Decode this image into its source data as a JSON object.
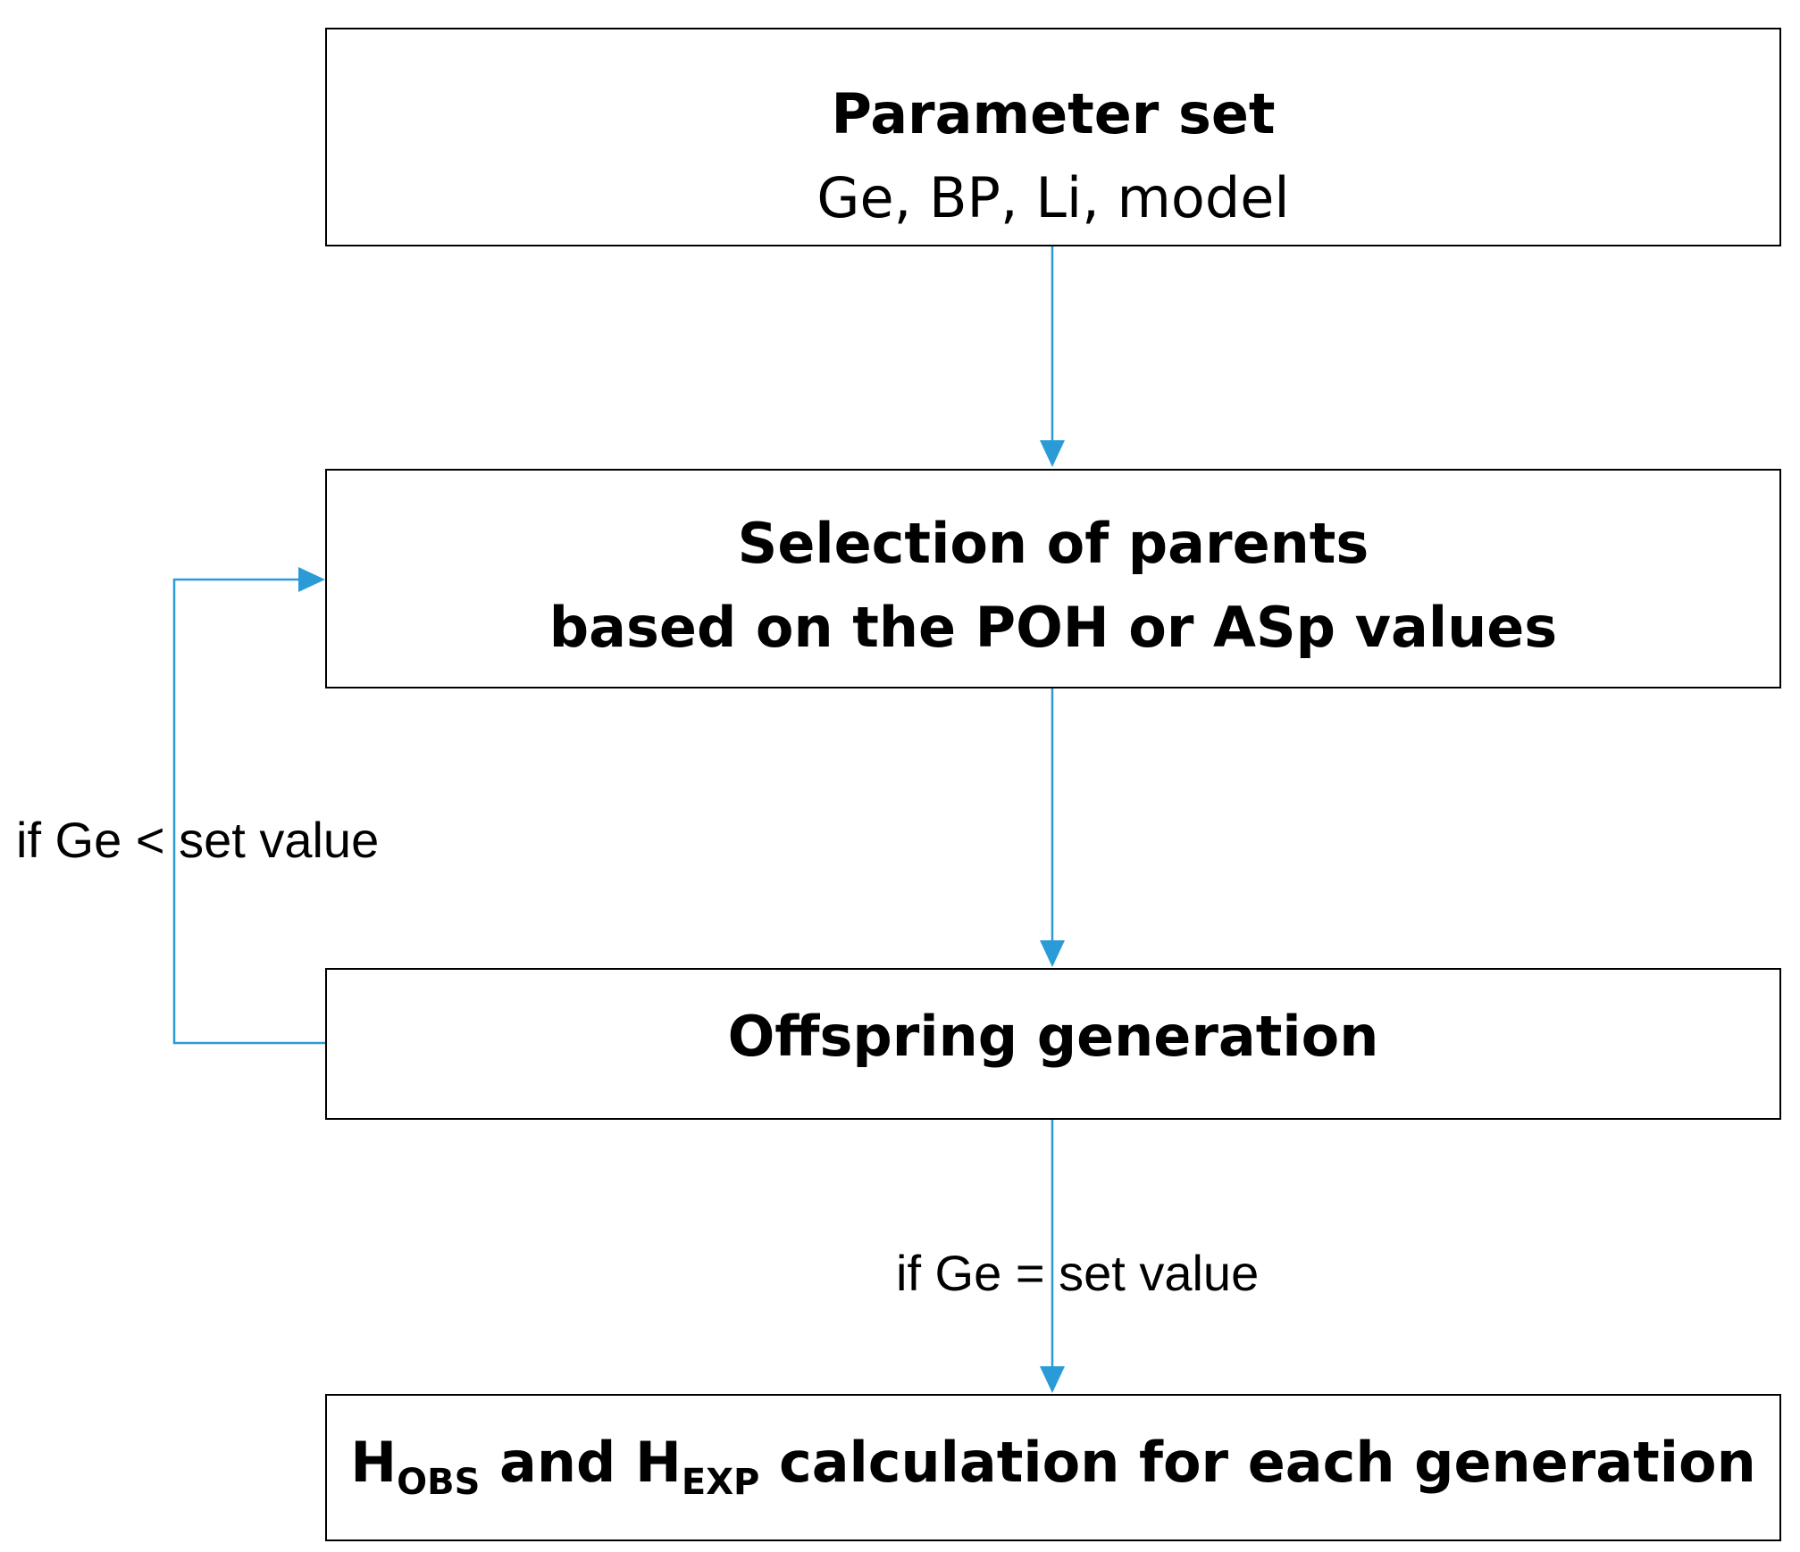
{
  "diagram": {
    "boxes": [
      {
        "id": "params",
        "title": "Parameter set",
        "subtitle": "Ge, BP, Li, model"
      },
      {
        "id": "selection",
        "line1": "Selection of parents",
        "line2": "based on the POH or ASp values"
      },
      {
        "id": "offspring",
        "title": "Offspring generation"
      },
      {
        "id": "calc",
        "h_prefix": "H",
        "h_obs_sub": "OBS",
        "and_text": " and ",
        "h_exp_sub": "EXP",
        "rest": " calculation for each generation"
      }
    ],
    "labels": {
      "loop_condition": "if Ge < set value",
      "exit_condition": "if Ge = set value"
    },
    "connector_color": "#2b9bd8"
  }
}
